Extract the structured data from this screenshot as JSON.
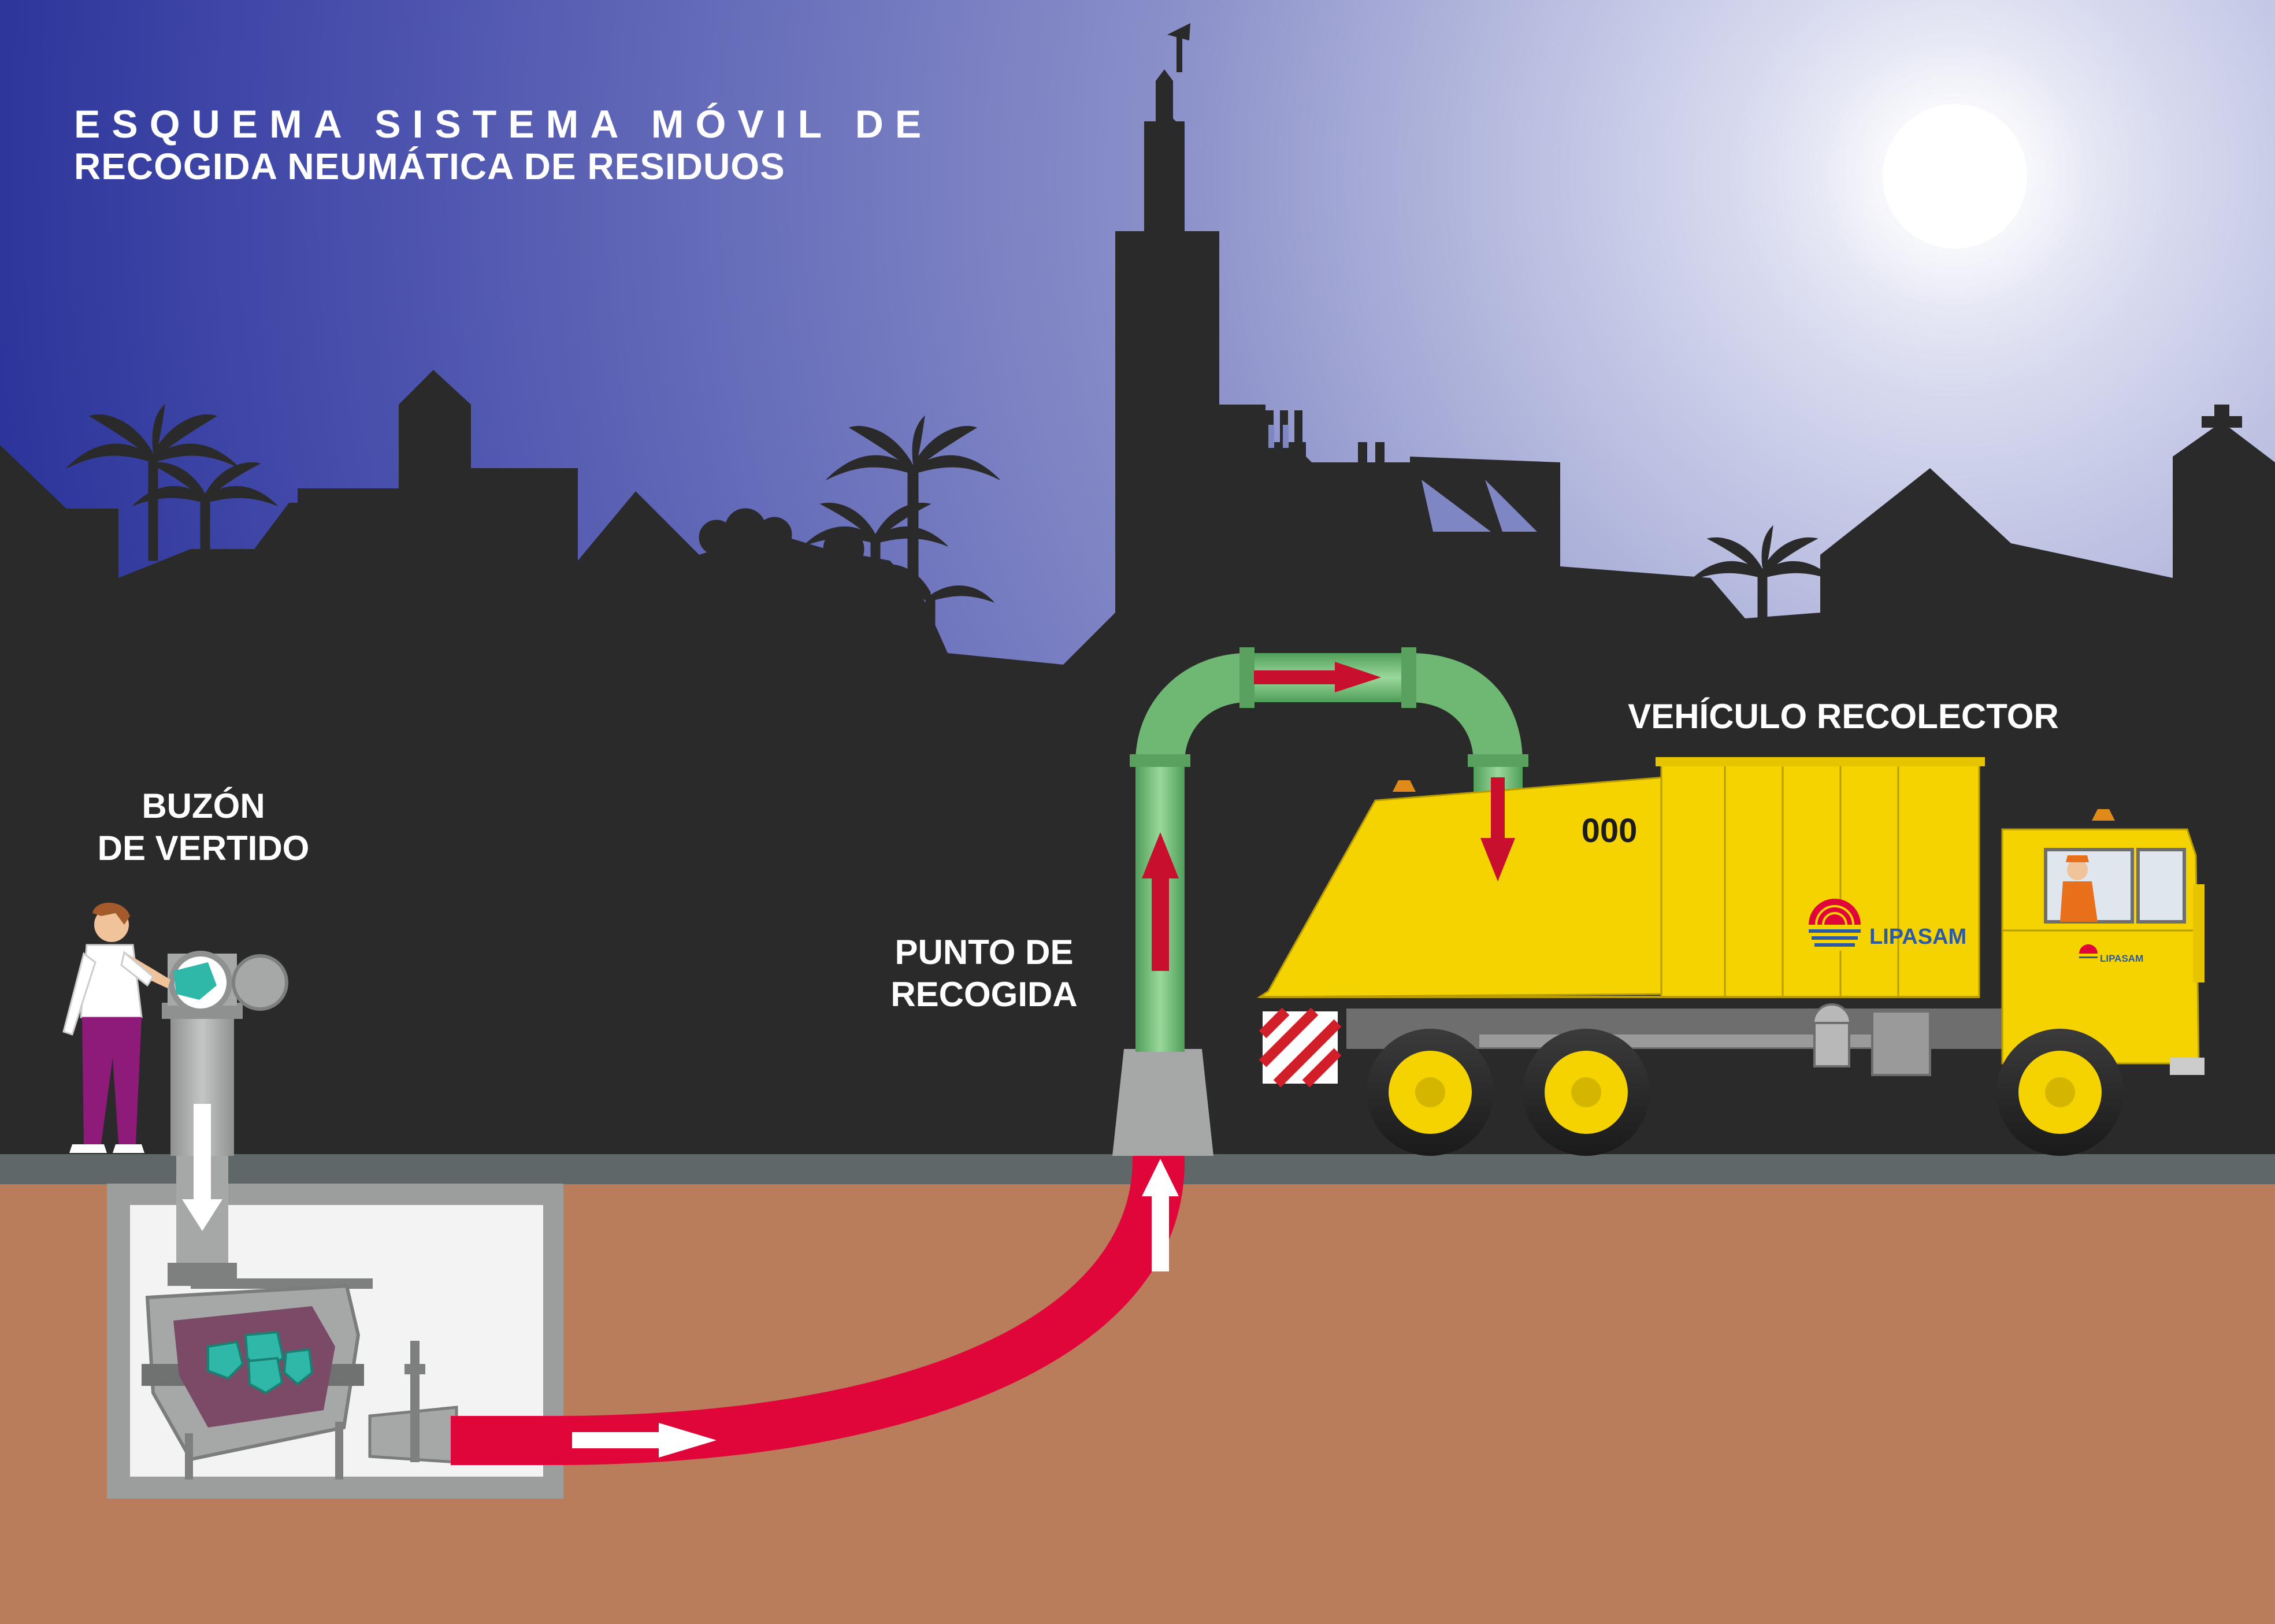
{
  "title": {
    "line1": "ESQUEMA SISTEMA MÓVIL DE",
    "line2": "RECOGIDA NEUMÁTICA DE RESIDUOS"
  },
  "labels": {
    "buzon_line1": "BUZÓN",
    "buzon_line2": "DE VERTIDO",
    "punto_line1": "PUNTO DE",
    "punto_line2": "RECOGIDA",
    "vehiculo": "VEHÍCULO RECOLECTOR"
  },
  "truck": {
    "number": "000",
    "brand": "LIPASAM"
  },
  "colors": {
    "sky_dark": "#1a1f8e",
    "sky_light": "#e9ebf5",
    "silhouette": "#2b2a2a",
    "ground": "#b97d5c",
    "pavement": "#5f6868",
    "pipe_red": "#e1063a",
    "pipe_green": "#7cc47f",
    "truck_yellow": "#f5d300",
    "concrete": "#a6a8a7",
    "waste": "#7a4a66",
    "bags": "#2fb7a7"
  },
  "icons": [
    "moon-icon",
    "palm-tree-icon",
    "church-cross-icon",
    "cathedral-tower-icon",
    "flow-arrow-icon",
    "lipasam-logo-icon"
  ]
}
